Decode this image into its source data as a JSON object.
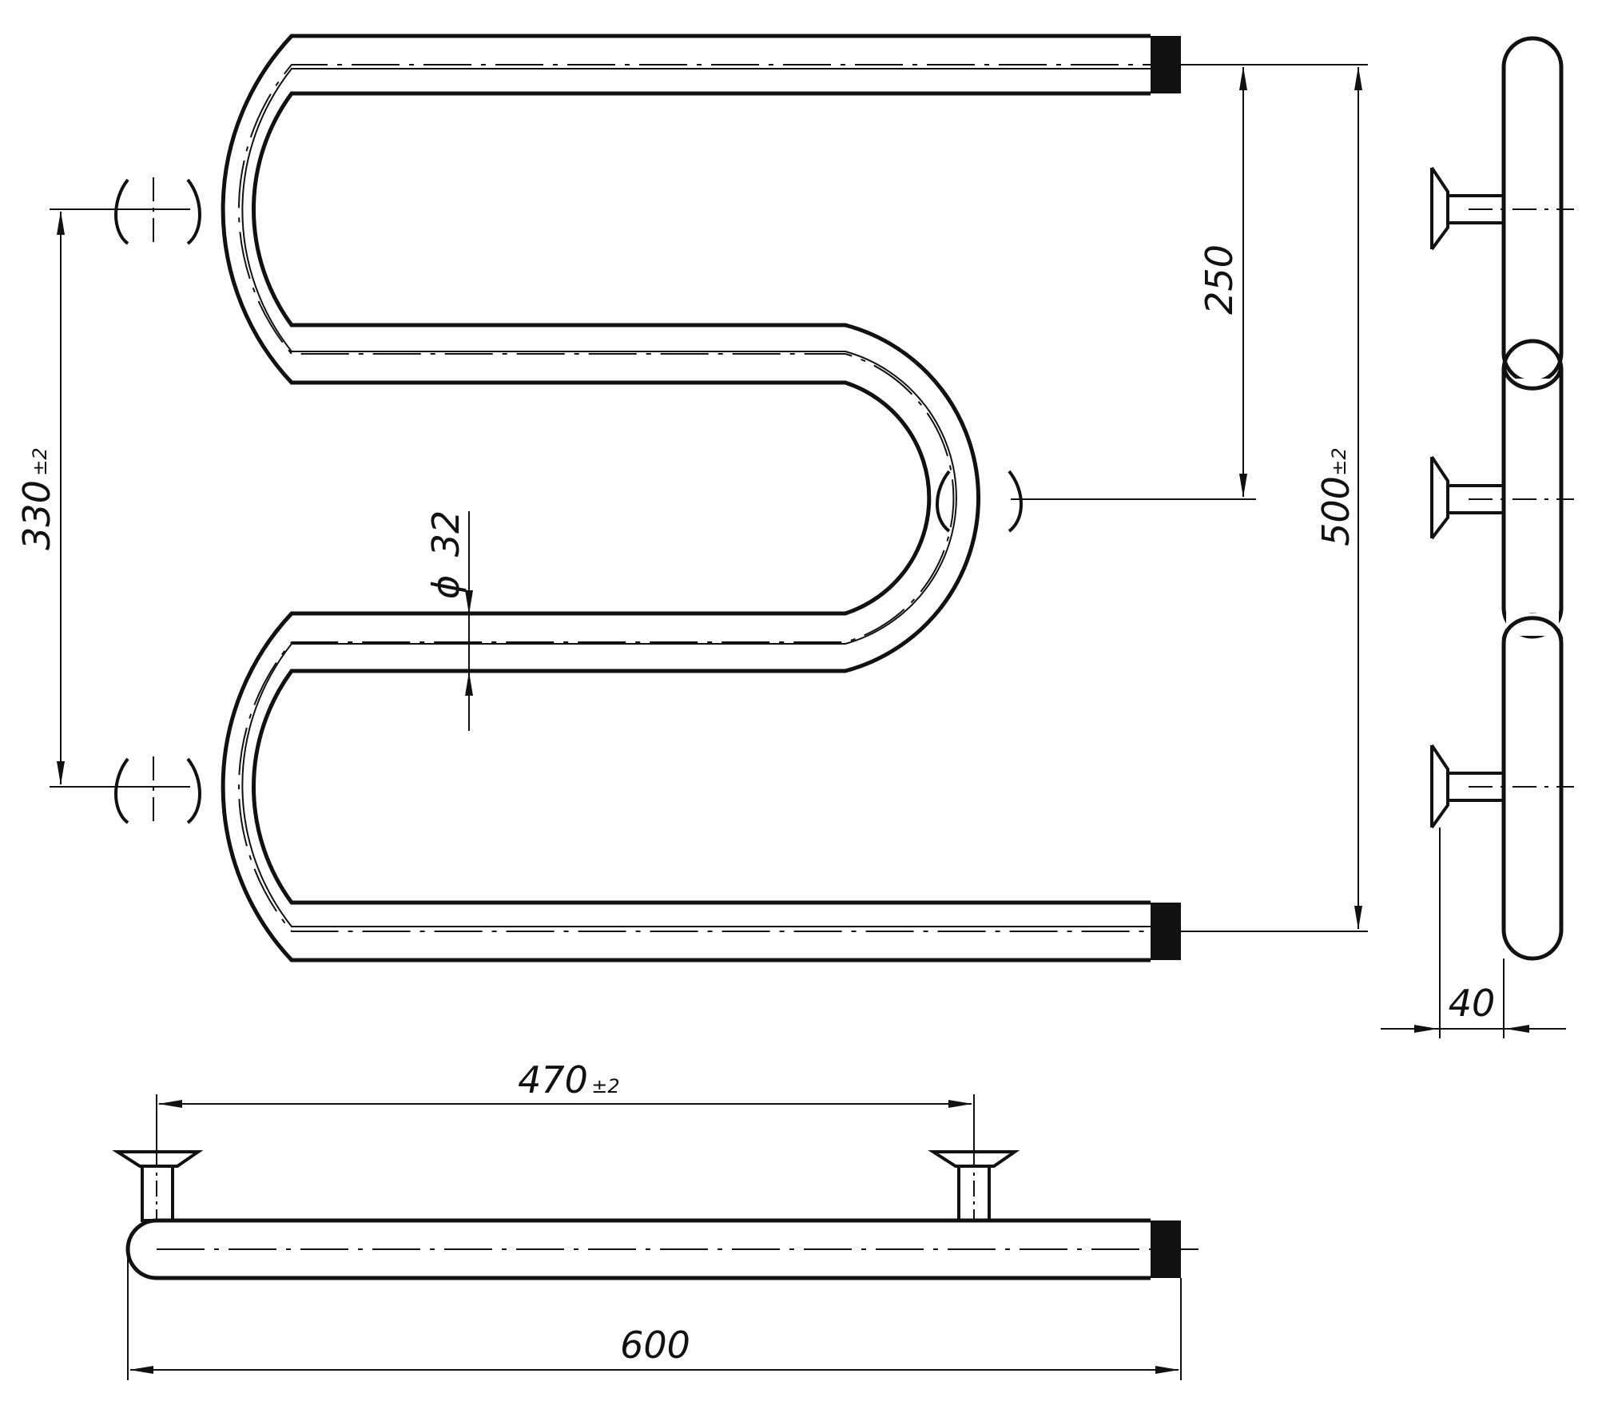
{
  "colors": {
    "line": "#111111",
    "background": "#ffffff",
    "thread": "#111111"
  },
  "dimensions": {
    "vertical_pitch": {
      "value": "250"
    },
    "total_height": {
      "value": "500",
      "tolerance": "±2"
    },
    "mount_spacing_vertical": {
      "value": "330",
      "tolerance": "±2"
    },
    "pipe_diameter": {
      "symbol": "ϕ",
      "value": "32"
    },
    "depth": {
      "value": "40"
    },
    "mount_spacing_horizontal": {
      "value": "470",
      "tolerance": "±2"
    },
    "total_width": {
      "value": "600"
    }
  }
}
